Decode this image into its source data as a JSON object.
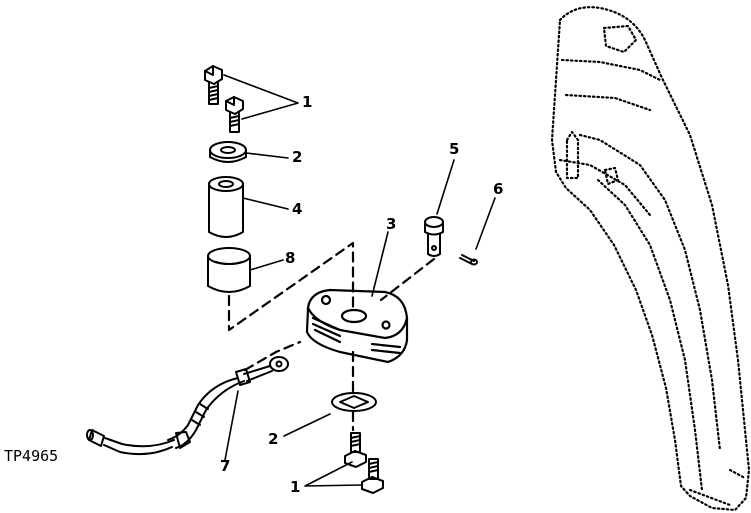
{
  "figure_id": "TP4965",
  "callouts": {
    "c1_top": "1",
    "c2_top": "2",
    "c4": "4",
    "c8": "8",
    "c3": "3",
    "c5": "5",
    "c6": "6",
    "c2_bottom": "2",
    "c7": "7",
    "c1_bottom": "1"
  },
  "colors": {
    "ink": "#000000",
    "paper": "#ffffff"
  }
}
